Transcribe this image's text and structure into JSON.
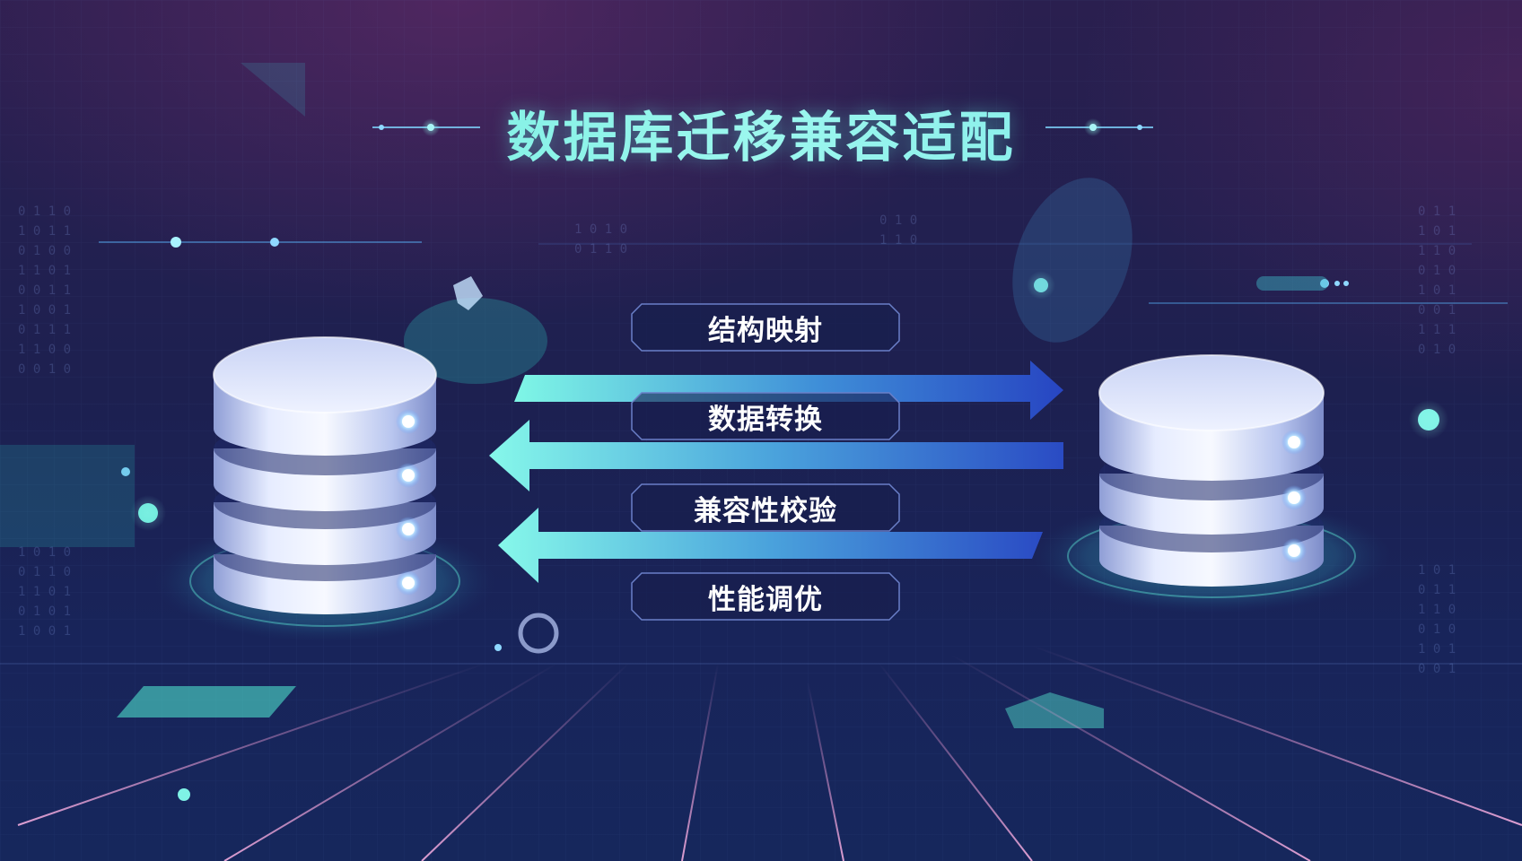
{
  "title": "数据库迁移兼容适配",
  "steps": [
    {
      "label": "结构映射"
    },
    {
      "label": "数据转换"
    },
    {
      "label": "兼容性校验"
    },
    {
      "label": "性能调优"
    }
  ],
  "colors": {
    "accent_cyan": "#6ef2e2",
    "accent_blue": "#2a53c9",
    "background": "#1d2050"
  }
}
